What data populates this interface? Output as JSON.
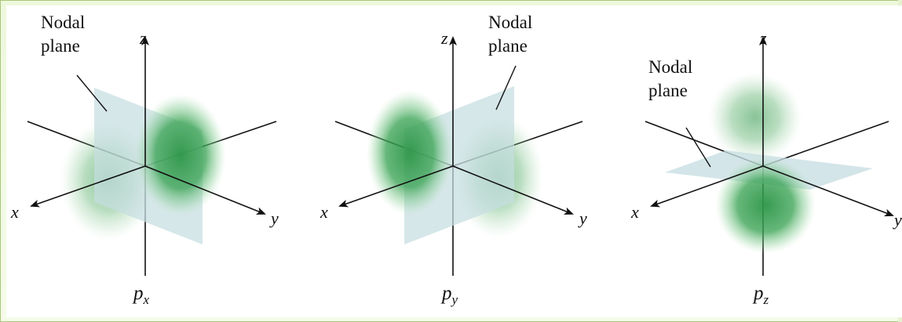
{
  "panels": [
    {
      "id": "px",
      "nodal_line1": "Nodal",
      "nodal_line2": "plane",
      "axis_x": "x",
      "axis_y": "y",
      "axis_z": "z",
      "orbital_p": "p",
      "orbital_sub": "x"
    },
    {
      "id": "py",
      "nodal_line1": "Nodal",
      "nodal_line2": "plane",
      "axis_x": "x",
      "axis_y": "y",
      "axis_z": "z",
      "orbital_p": "p",
      "orbital_sub": "y"
    },
    {
      "id": "pz",
      "nodal_line1": "Nodal",
      "nodal_line2": "plane",
      "axis_x": "x",
      "axis_y": "y",
      "axis_z": "z",
      "orbital_p": "p",
      "orbital_sub": "z"
    }
  ],
  "colors": {
    "background": "#ffffff",
    "frame": "#f1f9e2",
    "lobe": "#2e9a4a",
    "nodal_plane": "#c8dfe2",
    "axis": "#111111"
  }
}
